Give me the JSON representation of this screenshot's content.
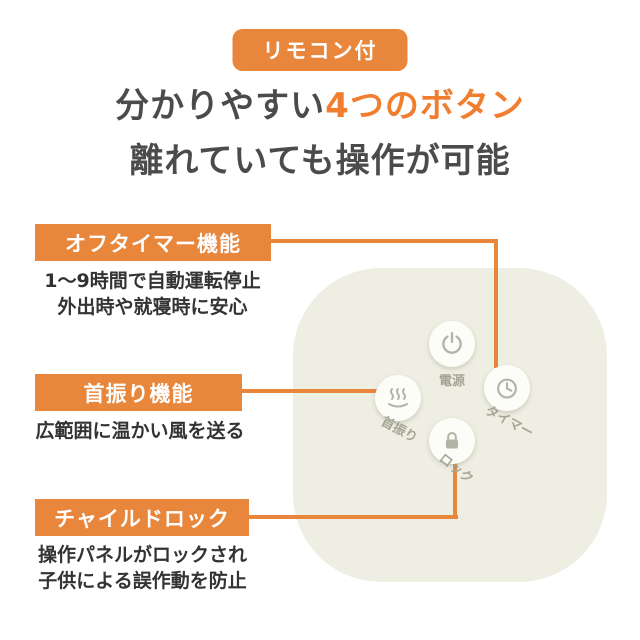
{
  "colors": {
    "accent_orange": "#e8863c",
    "highlight_orange": "#f07e2e",
    "heading_gray": "#4b4b4b",
    "panel_cream": "#efeee3",
    "icon_gray": "#b3b3a6",
    "button_label_gray": "#a5a596"
  },
  "badge": {
    "label": "リモコン付"
  },
  "heading": {
    "line1_prefix": "分かりやすい",
    "line1_highlight": "4つのボタン",
    "line2": "離れていても操作が可能"
  },
  "features": [
    {
      "label": "オフタイマー機能",
      "desc_lines": [
        "1〜9時間で自動運転停止",
        "外出時や就寝時に安心"
      ]
    },
    {
      "label": "首振り機能",
      "desc_lines": [
        "広範囲に温かい風を送る"
      ]
    },
    {
      "label": "チャイルドロック",
      "desc_lines": [
        "操作パネルがロックされ",
        "子供による誤作動を防止"
      ]
    }
  ],
  "panel": {
    "buttons": [
      {
        "icon": "power-icon",
        "label": "電源"
      },
      {
        "icon": "swing-icon",
        "label": "首振り"
      },
      {
        "icon": "timer-icon",
        "label": "タイマー"
      },
      {
        "icon": "lock-icon",
        "label": "ロック"
      }
    ]
  }
}
